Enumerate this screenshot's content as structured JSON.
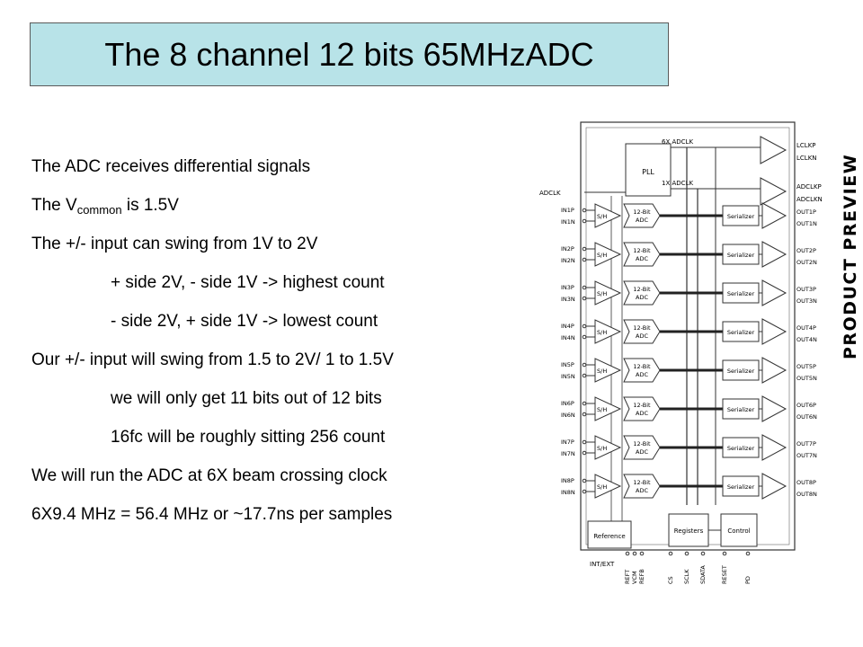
{
  "title": "The 8 channel 12 bits 65MHzADC",
  "body": {
    "line1": "The ADC receives differential signals",
    "line2_pre": "The V",
    "line2_sub": "common",
    "line2_post": " is 1.5V",
    "line3": "The +/- input can swing from 1V to 2V",
    "line4": "+ side 2V, - side 1V ->  highest count",
    "line5": "- side 2V, + side 1V -> lowest count",
    "line6": "Our +/- input will swing from 1.5 to 2V/ 1 to 1.5V",
    "line7": "we will only get 11 bits out of 12 bits",
    "line8": "16fc will be roughly sitting 256 count",
    "line9": "We will run the ADC at 6X beam crossing clock",
    "line10": "6X9.4 MHz = 56.4 MHz or ~17.7ns per samples"
  },
  "watermark": "PRODUCT PREVIEW",
  "diagram": {
    "clk_6x": "6X ADCLK",
    "clk_1x": "1X ADCLK",
    "pll": "PLL",
    "adclk_in": "ADCLK",
    "lclk_p": "LCLKP",
    "lclk_n": "LCLKN",
    "adclk_p": "ADCLKP",
    "adclk_n": "ADCLKN",
    "sh": "S/H",
    "adc_line1": "12-Bit",
    "adc_line2": "ADC",
    "serializer": "Serializer",
    "inputs": [
      {
        "p": "IN1P",
        "n": "IN1N",
        "op": "OUT1P",
        "on": "OUT1N"
      },
      {
        "p": "IN2P",
        "n": "IN2N",
        "op": "OUT2P",
        "on": "OUT2N"
      },
      {
        "p": "IN3P",
        "n": "IN3N",
        "op": "OUT3P",
        "on": "OUT3N"
      },
      {
        "p": "IN4P",
        "n": "IN4N",
        "op": "OUT4P",
        "on": "OUT4N"
      },
      {
        "p": "IN5P",
        "n": "IN5N",
        "op": "OUT5P",
        "on": "OUT5N"
      },
      {
        "p": "IN6P",
        "n": "IN6N",
        "op": "OUT6P",
        "on": "OUT6N"
      },
      {
        "p": "IN7P",
        "n": "IN7N",
        "op": "OUT7P",
        "on": "OUT7N"
      },
      {
        "p": "IN8P",
        "n": "IN8N",
        "op": "OUT8P",
        "on": "OUT8N"
      }
    ],
    "reference": "Reference",
    "registers": "Registers",
    "control": "Control",
    "int_ext": "INT/EXT",
    "bottom_pins": [
      "REFT",
      "VCM",
      "REFB",
      "CS",
      "SCLK",
      "SDATA",
      "RESET",
      "PD"
    ]
  }
}
